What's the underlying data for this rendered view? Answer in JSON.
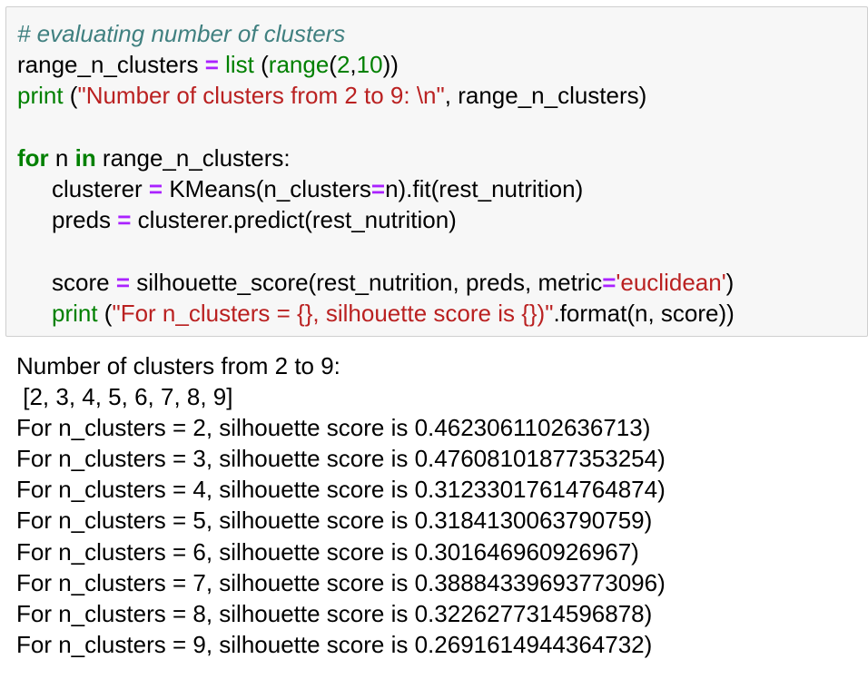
{
  "colors": {
    "cell_background": "#f7f7f7",
    "cell_border": "#cfcfcf",
    "comment": "#408080",
    "keyword": "#008000",
    "operator": "#aa22ff",
    "string": "#ba2121",
    "plain": "#000000"
  },
  "code_cell": {
    "lines": [
      {
        "indent": false,
        "tokens": [
          {
            "type": "comment",
            "text": "# evaluating number of clusters"
          }
        ]
      },
      {
        "indent": false,
        "tokens": [
          {
            "type": "plain",
            "text": "range_n_clusters "
          },
          {
            "type": "op",
            "text": "="
          },
          {
            "type": "plain",
            "text": " "
          },
          {
            "type": "builtin",
            "text": "list"
          },
          {
            "type": "plain",
            "text": " ("
          },
          {
            "type": "builtin",
            "text": "range"
          },
          {
            "type": "plain",
            "text": "("
          },
          {
            "type": "number",
            "text": "2"
          },
          {
            "type": "plain",
            "text": ","
          },
          {
            "type": "number",
            "text": "10"
          },
          {
            "type": "plain",
            "text": "))"
          }
        ]
      },
      {
        "indent": false,
        "tokens": [
          {
            "type": "builtin",
            "text": "print"
          },
          {
            "type": "plain",
            "text": " ("
          },
          {
            "type": "string",
            "text": "\"Number of clusters from 2 to 9: \\n\""
          },
          {
            "type": "plain",
            "text": ", range_n_clusters)"
          }
        ]
      },
      {
        "indent": false,
        "tokens": []
      },
      {
        "indent": false,
        "tokens": [
          {
            "type": "keyword",
            "text": "for"
          },
          {
            "type": "plain",
            "text": " n "
          },
          {
            "type": "keyword",
            "text": "in"
          },
          {
            "type": "plain",
            "text": " range_n_clusters:"
          }
        ]
      },
      {
        "indent": true,
        "tokens": [
          {
            "type": "plain",
            "text": "clusterer "
          },
          {
            "type": "op",
            "text": "="
          },
          {
            "type": "plain",
            "text": " KMeans(n_clusters"
          },
          {
            "type": "op",
            "text": "="
          },
          {
            "type": "plain",
            "text": "n).fit(rest_nutrition)"
          }
        ]
      },
      {
        "indent": true,
        "tokens": [
          {
            "type": "plain",
            "text": "preds "
          },
          {
            "type": "op",
            "text": "="
          },
          {
            "type": "plain",
            "text": " clusterer.predict(rest_nutrition)"
          }
        ]
      },
      {
        "indent": false,
        "tokens": []
      },
      {
        "indent": true,
        "tokens": [
          {
            "type": "plain",
            "text": "score "
          },
          {
            "type": "op",
            "text": "="
          },
          {
            "type": "plain",
            "text": " silhouette_score(rest_nutrition, preds, metric"
          },
          {
            "type": "op",
            "text": "="
          },
          {
            "type": "string",
            "text": "'euclidean'"
          },
          {
            "type": "plain",
            "text": ")"
          }
        ]
      },
      {
        "indent": true,
        "tokens": [
          {
            "type": "builtin",
            "text": "print"
          },
          {
            "type": "plain",
            "text": " ("
          },
          {
            "type": "string",
            "text": "\"For n_clusters = {}, silhouette score is {})\""
          },
          {
            "type": "plain",
            "text": ".format(n, score))"
          }
        ]
      }
    ]
  },
  "output": {
    "lines": [
      "Number of clusters from 2 to 9: ",
      " [2, 3, 4, 5, 6, 7, 8, 9]",
      "For n_clusters = 2, silhouette score is 0.4623061102636713)",
      "For n_clusters = 3, silhouette score is 0.47608101877353254)",
      "For n_clusters = 4, silhouette score is 0.31233017614764874)",
      "For n_clusters = 5, silhouette score is 0.3184130063790759)",
      "For n_clusters = 6, silhouette score is 0.301646960926967)",
      "For n_clusters = 7, silhouette score is 0.38884339693773096)",
      "For n_clusters = 8, silhouette score is 0.3226277314596878)",
      "For n_clusters = 9, silhouette score is 0.2691614944364732)"
    ]
  }
}
